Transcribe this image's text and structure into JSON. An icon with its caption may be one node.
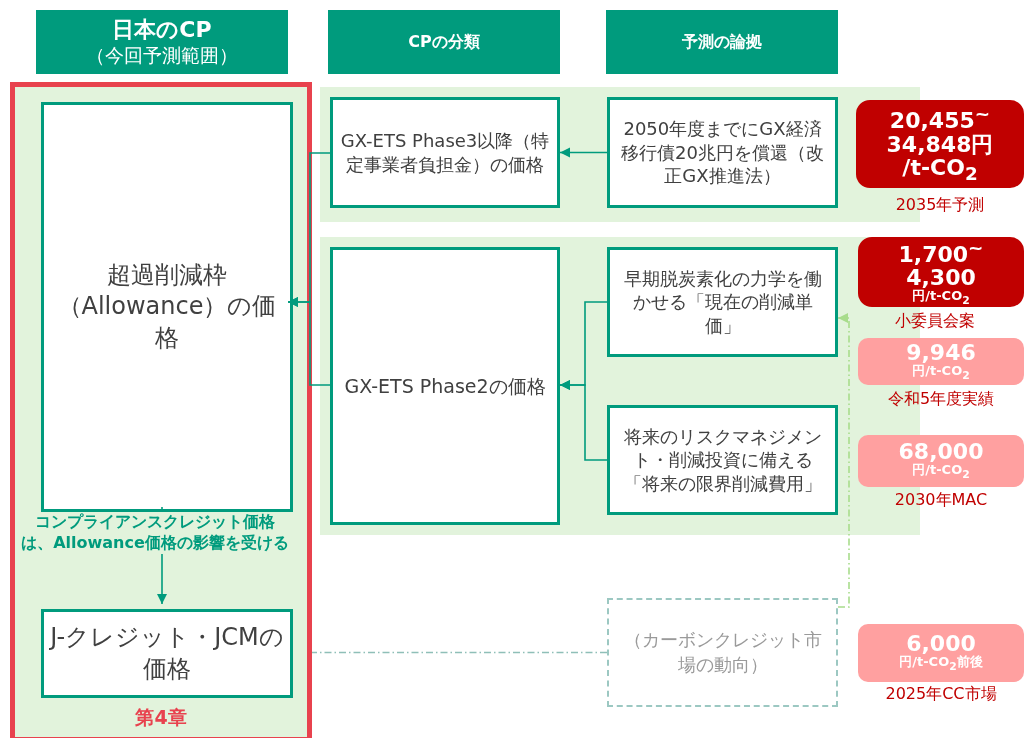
{
  "diagram": {
    "nodes": [
      {
        "text": [
          "日本のCP",
          "（今回予測範囲）"
        ]
      },
      {
        "text": [
          "CPの分類"
        ]
      },
      {
        "text": [
          "予測の論拠"
        ]
      },
      {
        "text": [
          "第4章"
        ]
      },
      {
        "text": [
          "超過削減枠（Allowance）の価格"
        ],
        "in": 3
      },
      {
        "text": [
          "J-クレジット・JCMの価格"
        ],
        "in": 3
      },
      {
        "text": [],
        "shape": "box"
      },
      {
        "text": [
          "GX-ETS  Phase3以降（特定事業者負担金）の価格"
        ],
        "in": 6
      },
      {
        "text": [
          "2050年度までにGX経済移行債20兆円を償還（改正GX推進法）"
        ],
        "in": 6
      },
      {
        "text": [],
        "shape": "box"
      },
      {
        "text": [
          "GX-ETS Phase2の価格"
        ],
        "in": 9
      },
      {
        "text": [
          "早期脱炭素化の力学を働かせる「現在の削減単価」"
        ],
        "in": 9
      },
      {
        "text": [
          "将来のリスクマネジメント・削減投資に備える「将来の限界削減費用」"
        ],
        "in": 9
      },
      {
        "text": [
          "（カーボンクレジット市場の動向）"
        ]
      },
      {
        "text": [
          "20,455$^{~}$",
          "34,848円",
          "/t-CO$_{2}$"
        ],
        "beside": [
          "2035年予測"
        ]
      },
      {
        "text": [
          "1,700$^{~}$",
          "4,300",
          "円/t-CO$_{2}$"
        ],
        "beside": [
          "小委員会案"
        ]
      },
      {
        "text": [
          "9,946",
          "円/t-CO$_{2}$"
        ],
        "beside": [
          "令和5年度実績"
        ]
      },
      {
        "text": [
          "68,000",
          "円/t-CO$_{2}$"
        ],
        "beside": [
          "2030年MAC"
        ]
      },
      {
        "text": [
          "6,000",
          "円/t-CO$_{2}$前後"
        ],
        "beside": [
          "2025年CC市場"
        ]
      }
    ],
    "edges": [
      {
        "from": 8,
        "to": 7,
        "arrow": "to"
      },
      {
        "from": 7,
        "to": 4,
        "arrow": "to"
      },
      {
        "from": 10,
        "to": 4,
        "arrow": "to"
      },
      {
        "from": 11,
        "to": 10,
        "arrow": "to"
      },
      {
        "from": 12,
        "to": 10,
        "arrow": "to"
      },
      {
        "from": 4,
        "to": 5,
        "arrow": "to",
        "label": "コンプライアンスクレジット価格は、Allowance価格の影響を受ける"
      },
      {
        "from": 13,
        "to": 3,
        "arrow": "none",
        "style": "dashed",
        "color": "#8fbfb8"
      },
      {
        "from": 13,
        "to": 11,
        "arrow": "to",
        "style": "dashed",
        "color": "#a8dc8c"
      }
    ]
  }
}
